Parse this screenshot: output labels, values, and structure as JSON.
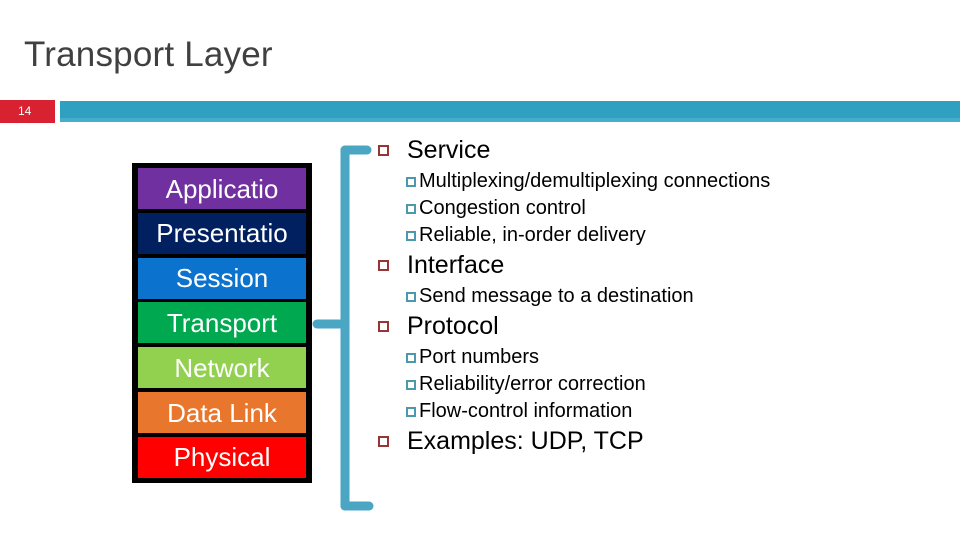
{
  "slide": {
    "title": "Transport Layer",
    "number": "14",
    "accent_color": "#2FA0BF",
    "number_box_color": "#D92231",
    "title_color": "#404040"
  },
  "osi_stack": {
    "name": "osi-model-stack",
    "frame_color": "#000000",
    "layers": [
      {
        "label": "Applicatio",
        "color": "#7030A0"
      },
      {
        "label": "Presentatio",
        "color": "#002060"
      },
      {
        "label": "Session",
        "color": "#0B72CE"
      },
      {
        "label": "Transport",
        "color": "#00A94F"
      },
      {
        "label": "Network",
        "color": "#92D050"
      },
      {
        "label": "Data Link",
        "color": "#E8762C"
      },
      {
        "label": "Physical",
        "color": "#FF0000"
      }
    ]
  },
  "connector": {
    "name": "transport-layer-bracket",
    "color": "#4BA6C4"
  },
  "content": {
    "level1_marker_color": "#943634",
    "level2_marker_color": "#4C98AC",
    "bullets": [
      {
        "label": "Service",
        "sub": [
          "Multiplexing/demultiplexing connections",
          "Congestion control",
          "Reliable, in-order delivery"
        ]
      },
      {
        "label": "Interface",
        "sub": [
          "Send message to a destination"
        ]
      },
      {
        "label": "Protocol",
        "sub": [
          "Port numbers",
          "Reliability/error correction",
          "Flow-control information"
        ]
      },
      {
        "label": "Examples: UDP, TCP",
        "sub": []
      }
    ]
  }
}
